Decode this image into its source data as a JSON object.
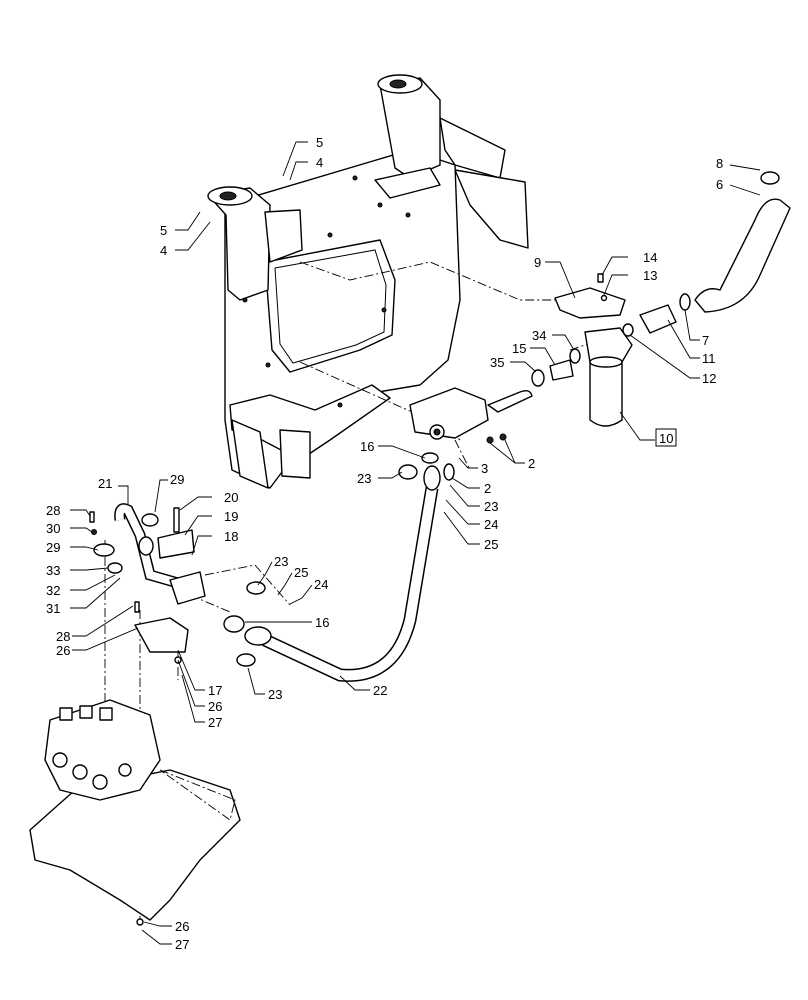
{
  "callouts": [
    {
      "id": "c5a",
      "text": "5"
    },
    {
      "id": "c4a",
      "text": "4"
    },
    {
      "id": "c5b",
      "text": "5"
    },
    {
      "id": "c4b",
      "text": "4"
    },
    {
      "id": "c8",
      "text": "8"
    },
    {
      "id": "c6",
      "text": "6"
    },
    {
      "id": "c9",
      "text": "9"
    },
    {
      "id": "c14",
      "text": "14"
    },
    {
      "id": "c13",
      "text": "13"
    },
    {
      "id": "c7",
      "text": "7"
    },
    {
      "id": "c11",
      "text": "11"
    },
    {
      "id": "c12",
      "text": "12"
    },
    {
      "id": "c34",
      "text": "34"
    },
    {
      "id": "c15",
      "text": "15"
    },
    {
      "id": "c35",
      "text": "35"
    },
    {
      "id": "c10",
      "text": "10"
    },
    {
      "id": "c16a",
      "text": "16"
    },
    {
      "id": "c23a",
      "text": "23"
    },
    {
      "id": "c3",
      "text": "3"
    },
    {
      "id": "c2a",
      "text": "2"
    },
    {
      "id": "c2b",
      "text": "2"
    },
    {
      "id": "c23b",
      "text": "23"
    },
    {
      "id": "c24a",
      "text": "24"
    },
    {
      "id": "c25a",
      "text": "25"
    },
    {
      "id": "c21",
      "text": "21"
    },
    {
      "id": "c29a",
      "text": "29"
    },
    {
      "id": "c20",
      "text": "20"
    },
    {
      "id": "c28a",
      "text": "28"
    },
    {
      "id": "c19",
      "text": "19"
    },
    {
      "id": "c30",
      "text": "30"
    },
    {
      "id": "c18",
      "text": "18"
    },
    {
      "id": "c29b",
      "text": "29"
    },
    {
      "id": "c33",
      "text": "33"
    },
    {
      "id": "c32",
      "text": "32"
    },
    {
      "id": "c31",
      "text": "31"
    },
    {
      "id": "c23c",
      "text": "23"
    },
    {
      "id": "c25b",
      "text": "25"
    },
    {
      "id": "c24b",
      "text": "24"
    },
    {
      "id": "c16b",
      "text": "16"
    },
    {
      "id": "c28b",
      "text": "28"
    },
    {
      "id": "c26a",
      "text": "26"
    },
    {
      "id": "c17",
      "text": "17"
    },
    {
      "id": "c26b",
      "text": "26"
    },
    {
      "id": "c27a",
      "text": "27"
    },
    {
      "id": "c23d",
      "text": "23"
    },
    {
      "id": "c22",
      "text": "22"
    },
    {
      "id": "c26c",
      "text": "26"
    },
    {
      "id": "c27b",
      "text": "27"
    }
  ]
}
